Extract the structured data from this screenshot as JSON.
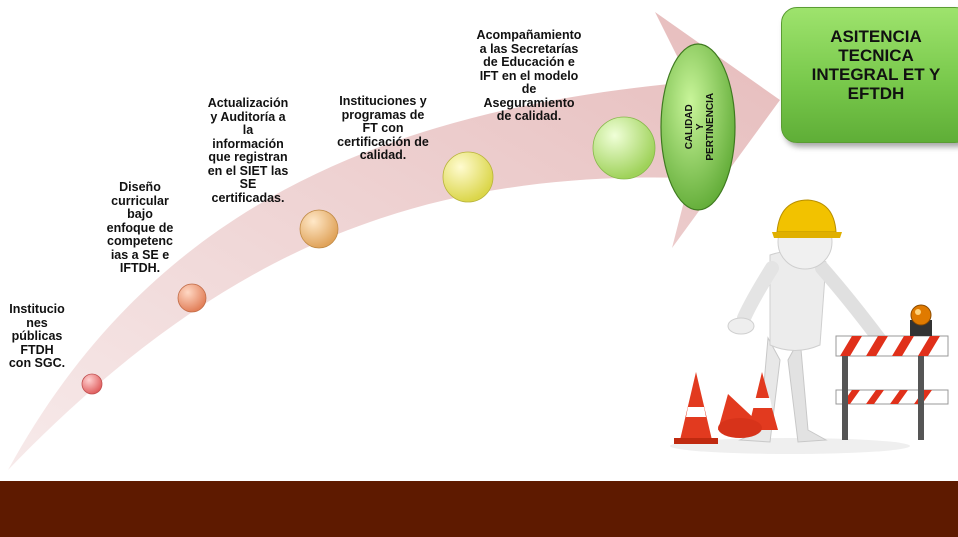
{
  "steps": [
    {
      "label": "Institucio\nnes\npúblicas\nFTDH\ncon SGC.",
      "color": "#f28a8a"
    },
    {
      "label": "Diseño\ncurricular\nbajo\nenfoque de\ncompetenc\nias a SE e\nIFTDH.",
      "color": "#f4a07f"
    },
    {
      "label": "Actualización\ny Auditoría a\nla\ninformación\nque registran\nen el SIET las\nSE\ncertificadas.",
      "color": "#f5c27e"
    },
    {
      "label": "Instituciones y\nprogramas de\nFT con\ncertificación de\ncalidad.",
      "color": "#f2ee82"
    },
    {
      "label": "Acompañamiento\na las Secretarías\nde Educación e\nIFT en el modelo\nde\nAseguramiento\nde calidad.",
      "color": "#c8ec8a"
    }
  ],
  "quality_badge": {
    "label": "CALIDAD\nY\nPERTINENCIA",
    "color": "#7fcc50"
  },
  "goal": {
    "label": "ASITENCIA\nTECNICA\nINTEGRAL ET Y\nEFTDH",
    "color": "#7cc94e"
  },
  "colors": {
    "arrow": "#e8c4c4",
    "band": "#5e1a00",
    "worker": "#e6e6e6",
    "helmet": "#f2c200",
    "cone": "#e23a1f"
  },
  "icons": [
    "construction-worker-icon",
    "traffic-cone-icon",
    "road-barrier-icon",
    "warning-light-icon"
  ]
}
